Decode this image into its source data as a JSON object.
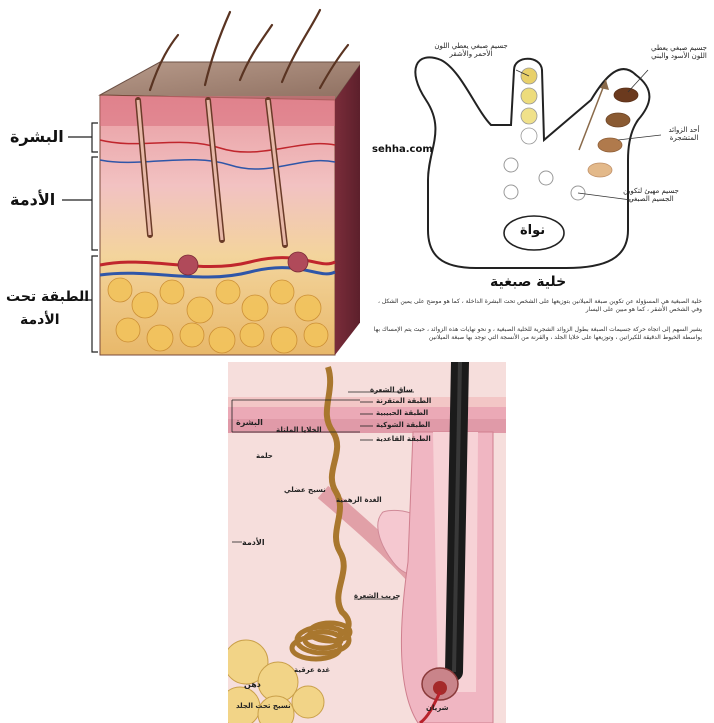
{
  "skin_layers_figure": {
    "labels": [
      "البشرة",
      "الأدمة",
      "الطبقة تحت",
      "الأدمة"
    ]
  },
  "melanocyte_figure": {
    "site": "sehha.com",
    "title": "خلية صبغية",
    "nucleus": "نواة",
    "annotations": [
      "جسيم صبغي يعطي اللون الأحمر والأشقر",
      "جسيم صبغي يعطي اللون الأسود والبني",
      "أحد الزوائد المتشجرة",
      "جسيم مهيئ لتكوين الجسيم الصبغي"
    ],
    "bullets": [
      "خلية الصبغية هي المسؤولة عن تكوين صبغة الميلانين بتوزيعها على الشخص تحت البشرة الداخلة ، كما هو موضح على يمين الشكل ، وفي الشخص الأشقر ، كما هو مبين على اليسار",
      "يشير السهم إلى اتجاه حركة جسيمات الصبغة بطول الزوائد الشجرية للخلية الصبغية ، و نحو نهايات هذه الزوائد ، حيث يتم الإمساك بها بواسطة الخيوط الدقيقة للكيراتين ، وتوزيعها على خلايا الجلد ، والقرنة من الأنسجة التي توجد بها صبغة الميلانين"
    ],
    "colors": {
      "pigment_light": [
        "#e8d06a",
        "#eddc7c",
        "#f0e18a"
      ],
      "pigment_dark": [
        "#6b3a1e",
        "#8a5a32",
        "#b07a4c",
        "#e3b98a"
      ]
    }
  },
  "hair_follicle_figure": {
    "left_labels": [
      "البشرة",
      "الخلايا الملتلة",
      "حلمة",
      "الأدمة",
      "دهن",
      "نسيج تحت الجلد"
    ],
    "right_labels": [
      "ساق الشعرة",
      "الطبقة المتقرنة",
      "الطبقة الحبيبية",
      "الطبقة الشوكية",
      "الطبقة القاعدية",
      "الغدة الزهمية",
      "جريب الشعرة",
      "شريان"
    ],
    "center_labels": [
      "نسيج عضلي",
      "غدة عرقية"
    ]
  }
}
